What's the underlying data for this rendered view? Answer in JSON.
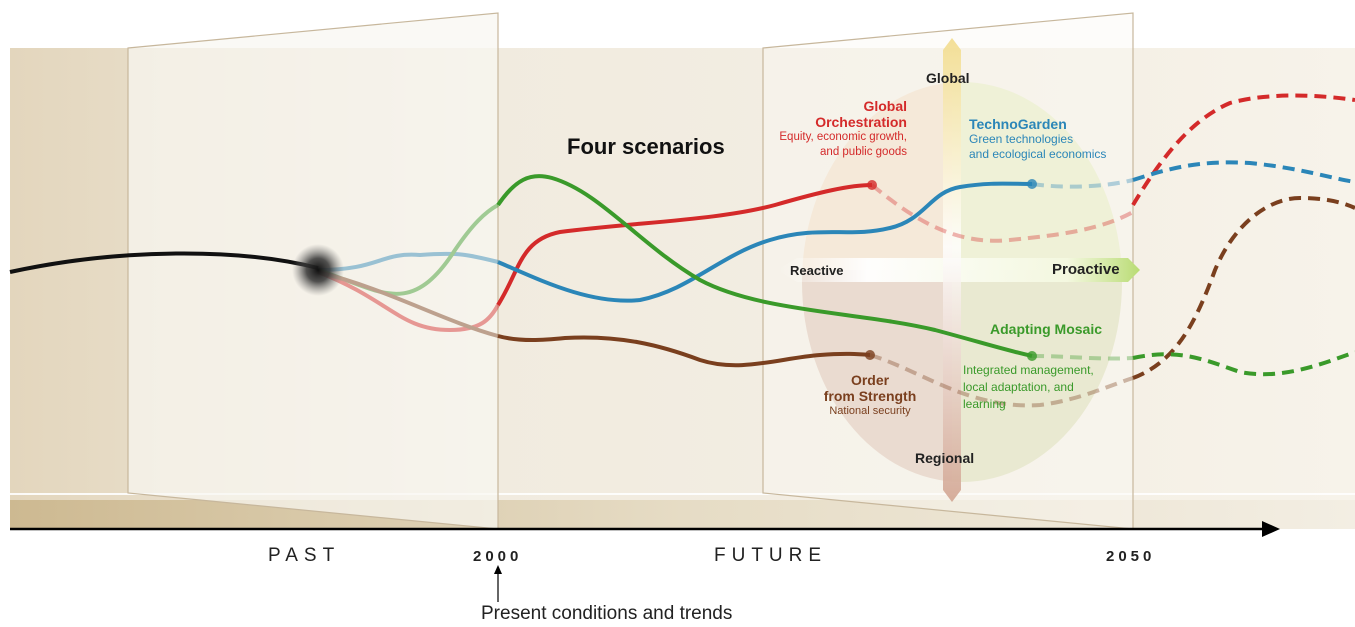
{
  "title": "Four scenarios",
  "timeline": {
    "past_label": "PAST",
    "future_label": "FUTURE",
    "year_start": "2000",
    "year_end": "2050",
    "present_note": "Present conditions and trends"
  },
  "axes": {
    "top": "Global",
    "bottom": "Regional",
    "left": "Reactive",
    "right": "Proactive"
  },
  "scenarios": [
    {
      "id": "global-orchestration",
      "name_line1": "Global",
      "name_line2": "Orchestration",
      "desc": [
        "Equity, economic growth,",
        "and public goods"
      ],
      "color": "#d42a2a"
    },
    {
      "id": "technogarden",
      "name_line1": "TechnoGarden",
      "name_line2": "",
      "desc": [
        "Green technologies",
        "and ecological economics"
      ],
      "color": "#2b86b8"
    },
    {
      "id": "adapting-mosaic",
      "name_line1": "Adapting Mosaic",
      "name_line2": "",
      "desc": [
        "Integrated management,",
        "local adaptation, and",
        "learning"
      ],
      "color": "#3a9a2a"
    },
    {
      "id": "order-from-strength",
      "name_line1": "Order",
      "name_line2": "from Strength",
      "desc": [
        "National security"
      ],
      "color": "#7a3f1e"
    }
  ],
  "colors": {
    "past_line": "#111111",
    "axis": "#000000"
  }
}
